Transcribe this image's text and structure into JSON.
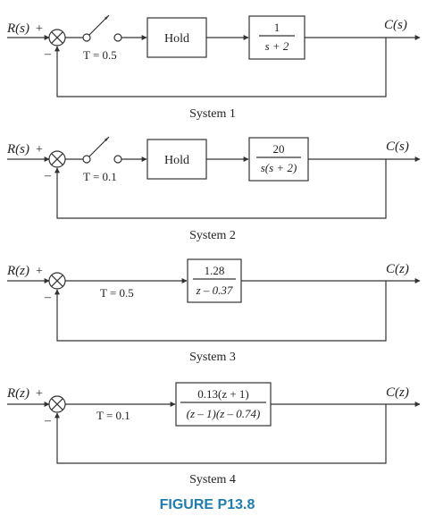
{
  "systems": [
    {
      "name": "System 1",
      "input": "R(s)",
      "output": "C(s)",
      "plus": "+",
      "minus": "–",
      "sampling": "T = 0.5",
      "hold": "Hold",
      "block_num": "1",
      "block_den": "s + 2"
    },
    {
      "name": "System 2",
      "input": "R(s)",
      "output": "C(s)",
      "plus": "+",
      "minus": "–",
      "sampling": "T = 0.1",
      "hold": "Hold",
      "block_num": "20",
      "block_den": "s(s + 2)"
    },
    {
      "name": "System 3",
      "input": "R(z)",
      "output": "C(z)",
      "plus": "+",
      "minus": "–",
      "sampling": "T = 0.5",
      "block_num": "1.28",
      "block_den": "z – 0.37"
    },
    {
      "name": "System 4",
      "input": "R(z)",
      "output": "C(z)",
      "plus": "+",
      "minus": "–",
      "sampling": "T = 0.1",
      "block_num": "0.13(z + 1)",
      "block_den": "(z – 1)(z – 0.74)"
    }
  ],
  "figure_caption": "FIGURE P13.8"
}
